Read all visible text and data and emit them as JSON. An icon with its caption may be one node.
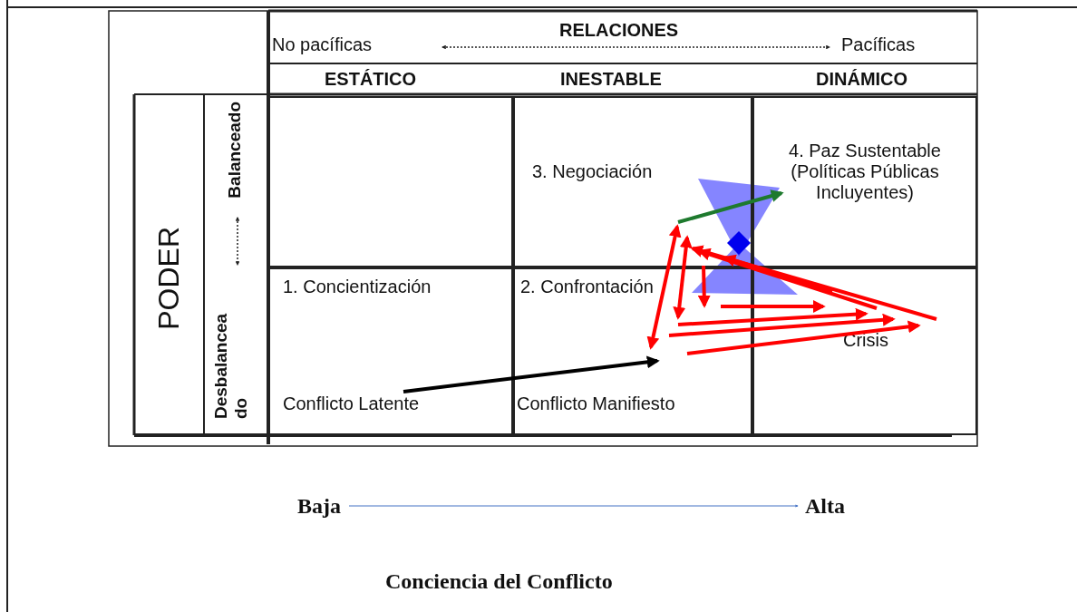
{
  "diagram": {
    "caption": "Conciencia del Conflicto",
    "nodes": [
      {
        "text": [],
        "shape": "box"
      },
      {
        "text": [
          "3. Negociación"
        ]
      },
      {
        "text": [
          "4. Paz Sustentable (Políticas Públicas Incluyentes)"
        ]
      },
      {
        "text": [
          "1. Concientización",
          "Conflicto Latente"
        ]
      },
      {
        "text": [
          "2. Confrontación",
          "Conflicto Manifiesto"
        ]
      },
      {
        "text": [
          "Crisis"
        ]
      }
    ],
    "edges": [
      {
        "from": 3,
        "to": 4,
        "arrow": "to",
        "color": "#000000"
      },
      {
        "from": 1,
        "to": 2,
        "arrow": "to",
        "color": "#1e7a2e"
      },
      {
        "from": 4,
        "to": 1,
        "arrow": "both"
      },
      {
        "from": 4,
        "to": 1,
        "arrow": "both"
      },
      {
        "from": 1,
        "to": 4,
        "arrow": "to"
      },
      {
        "from": 4,
        "to": 5,
        "arrow": "to"
      },
      {
        "from": 4,
        "to": 5,
        "arrow": "to"
      },
      {
        "from": 4,
        "to": 5,
        "arrow": "to"
      },
      {
        "from": 4,
        "to": 5,
        "arrow": "to"
      },
      {
        "from": 5,
        "to": 1,
        "arrow": "to"
      },
      {
        "from": 5,
        "to": 1,
        "arrow": "to"
      },
      {
        "from": 5,
        "to": 1,
        "arrow": "to"
      }
    ],
    "labels": [
      "No pacíficas",
      "RELACIONES",
      "Pacíficas",
      "ESTÁTICO",
      "INESTABLE",
      "DINÁMICO",
      "PODER",
      "Balanceado",
      "Desbalancea do",
      "Baja",
      "Alta"
    ]
  }
}
